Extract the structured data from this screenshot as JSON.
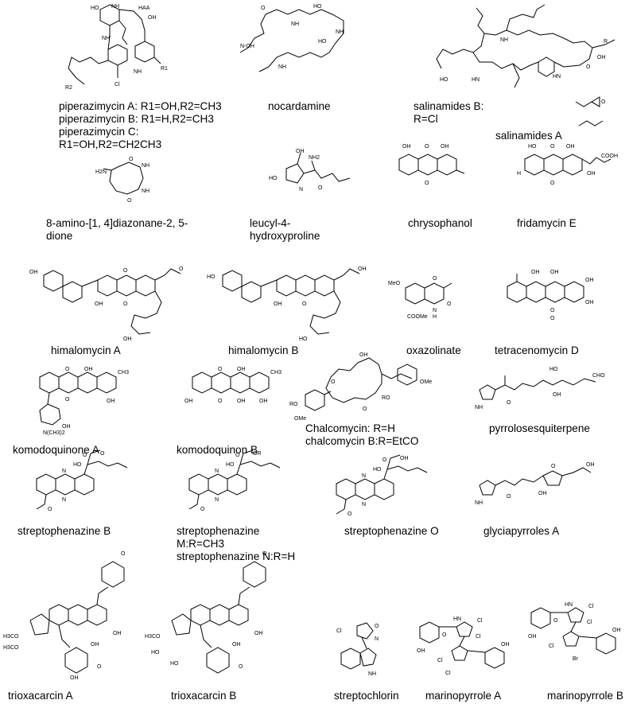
{
  "compounds": [
    {
      "key": "piperazimycin",
      "name": "piperazimycin A: R1=OH,R2=CH3",
      "lines": [
        "piperazimycin A: R1=OH,R2=CH3",
        "piperazimycin B: R1=H,R2=CH3",
        "piperazimycin C:",
        "R1=OH,R2=CH2CH3"
      ],
      "atoms": [
        "HO",
        "NH",
        "HAA",
        "OH",
        "NH",
        "R2",
        "Cl",
        "NH",
        "R1"
      ]
    },
    {
      "key": "nocardamine",
      "lines": [
        "nocardamine"
      ],
      "atoms": [
        "O",
        "HO",
        "NH",
        "N-OH",
        "NH",
        "HO",
        "NH"
      ]
    },
    {
      "key": "salinamides",
      "lines": [
        "salinamides B:",
        "R=Cl"
      ],
      "atoms": [
        "NH",
        "HO",
        "HN",
        "OH",
        "R",
        "HN",
        "O"
      ]
    },
    {
      "key": "salinamides_a",
      "lines": [
        "salinamides A"
      ],
      "atoms": [
        "O"
      ]
    },
    {
      "key": "diazonane",
      "lines": [
        "8-amino-[1, 4]diazonane-2, 5-",
        "dione"
      ],
      "atoms": [
        "H2N",
        "NH",
        "NH",
        "O",
        "O"
      ]
    },
    {
      "key": "leucyl",
      "lines": [
        "leucyl-4-",
        "hydroxyproline"
      ],
      "atoms": [
        "OH",
        "NH2",
        "HO",
        "N",
        "O"
      ]
    },
    {
      "key": "chrysophanol",
      "lines": [
        "chrysophanol"
      ],
      "atoms": [
        "OH",
        "O",
        "OH",
        "O"
      ]
    },
    {
      "key": "fridamycin",
      "lines": [
        "fridamycin E"
      ],
      "atoms": [
        "HO",
        "O",
        "OH",
        "COOH",
        "H",
        "O",
        "OH"
      ]
    },
    {
      "key": "himalomycin_a",
      "lines": [
        "himalomycin A"
      ],
      "atoms": [
        "OH",
        "O",
        "O",
        "OH",
        "OH",
        "O"
      ]
    },
    {
      "key": "himalomycin_b",
      "lines": [
        "himalomycin B"
      ],
      "atoms": [
        "HO",
        "OH",
        "OH",
        "O",
        "HO"
      ]
    },
    {
      "key": "oxazolinate",
      "lines": [
        "oxazolinate"
      ],
      "atoms": [
        "MeO",
        "O",
        "N",
        "H",
        "O",
        "COOMe"
      ]
    },
    {
      "key": "tetracenomycin",
      "lines": [
        "tetracenomycin D"
      ],
      "atoms": [
        "OH",
        "OH",
        "OH",
        "OH",
        "O",
        "O"
      ]
    },
    {
      "key": "komodoquinone_a",
      "lines": [
        "komodoquinone A"
      ],
      "atoms": [
        "O",
        "OH",
        "CH3",
        "OH",
        "OH",
        "N(CH3)2",
        "O"
      ]
    },
    {
      "key": "komodoquinon_b",
      "lines": [
        "komodoquinon B"
      ],
      "atoms": [
        "O",
        "OH",
        "CH3",
        "OH",
        "OH",
        "OH",
        "O"
      ]
    },
    {
      "key": "chalcomycin",
      "lines": [
        "Chalcomycin: R=H",
        "chalcomycin B:R=EtCO"
      ],
      "atoms": [
        "OH",
        "O",
        "RO",
        "OMe",
        "OMe",
        "RO",
        "O"
      ]
    },
    {
      "key": "pyrrolosesquiterpene",
      "lines": [
        "pyrrolosesquiterpene"
      ],
      "atoms": [
        "HO",
        "OH",
        "CHO",
        "NH",
        "O"
      ]
    },
    {
      "key": "streptophenazine_b",
      "lines": [
        "streptophenazine B"
      ],
      "atoms": [
        "O",
        "HO",
        "N",
        "N",
        "O",
        "O"
      ]
    },
    {
      "key": "streptophenazine_mn",
      "lines": [
        "streptophenazine",
        "M:R=CH3",
        "streptophenazine N:R=H"
      ],
      "atoms": [
        "OR",
        "HO",
        "N",
        "N",
        "O",
        "O"
      ]
    },
    {
      "key": "streptophenazine_o",
      "lines": [
        "streptophenazine O"
      ],
      "atoms": [
        "OH",
        "HO",
        "N",
        "N",
        "O",
        "O"
      ]
    },
    {
      "key": "glyciapyrroles",
      "lines": [
        "glyciapyrroles A"
      ],
      "atoms": [
        "O",
        "OH",
        "OH",
        "NH",
        "O"
      ]
    },
    {
      "key": "trioxacarcin_a",
      "lines": [
        "trioxacarcin A"
      ],
      "atoms": [
        "O",
        "H3CO",
        "H3CO",
        "OH",
        "OH",
        "O",
        "OH"
      ]
    },
    {
      "key": "trioxacarcin_b",
      "lines": [
        "trioxacarcin B"
      ],
      "atoms": [
        "O",
        "H3CO",
        "HO",
        "OH",
        "OH",
        "HO",
        "O"
      ]
    },
    {
      "key": "streptochlorin",
      "lines": [
        "streptochlorin"
      ],
      "atoms": [
        "Cl",
        "O",
        "N",
        "NH"
      ]
    },
    {
      "key": "marinopyrrole_a",
      "lines": [
        "marinopyrrole A"
      ],
      "atoms": [
        "HN",
        "Cl",
        "Cl",
        "OH",
        "Cl",
        "Cl",
        "OH",
        "O"
      ]
    },
    {
      "key": "marinopyrrole_b",
      "lines": [
        "marinopyrrole B"
      ],
      "atoms": [
        "HN",
        "Cl",
        "Cl",
        "OH",
        "Cl",
        "Br",
        "OH",
        "O"
      ]
    }
  ]
}
